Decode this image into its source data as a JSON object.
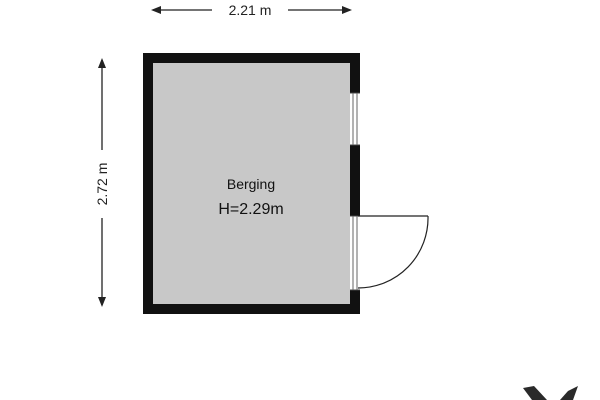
{
  "dimensions": {
    "width": "2.21 m",
    "height": "2.72 m"
  },
  "room": {
    "name": "Berging",
    "ceiling_height": "H=2.29m"
  },
  "colors": {
    "wall": "#111111",
    "floor": "#c8c8c8",
    "opening": "#ffffff",
    "line": "#222222"
  },
  "icons": {
    "logo": "brand-mark-icon"
  }
}
